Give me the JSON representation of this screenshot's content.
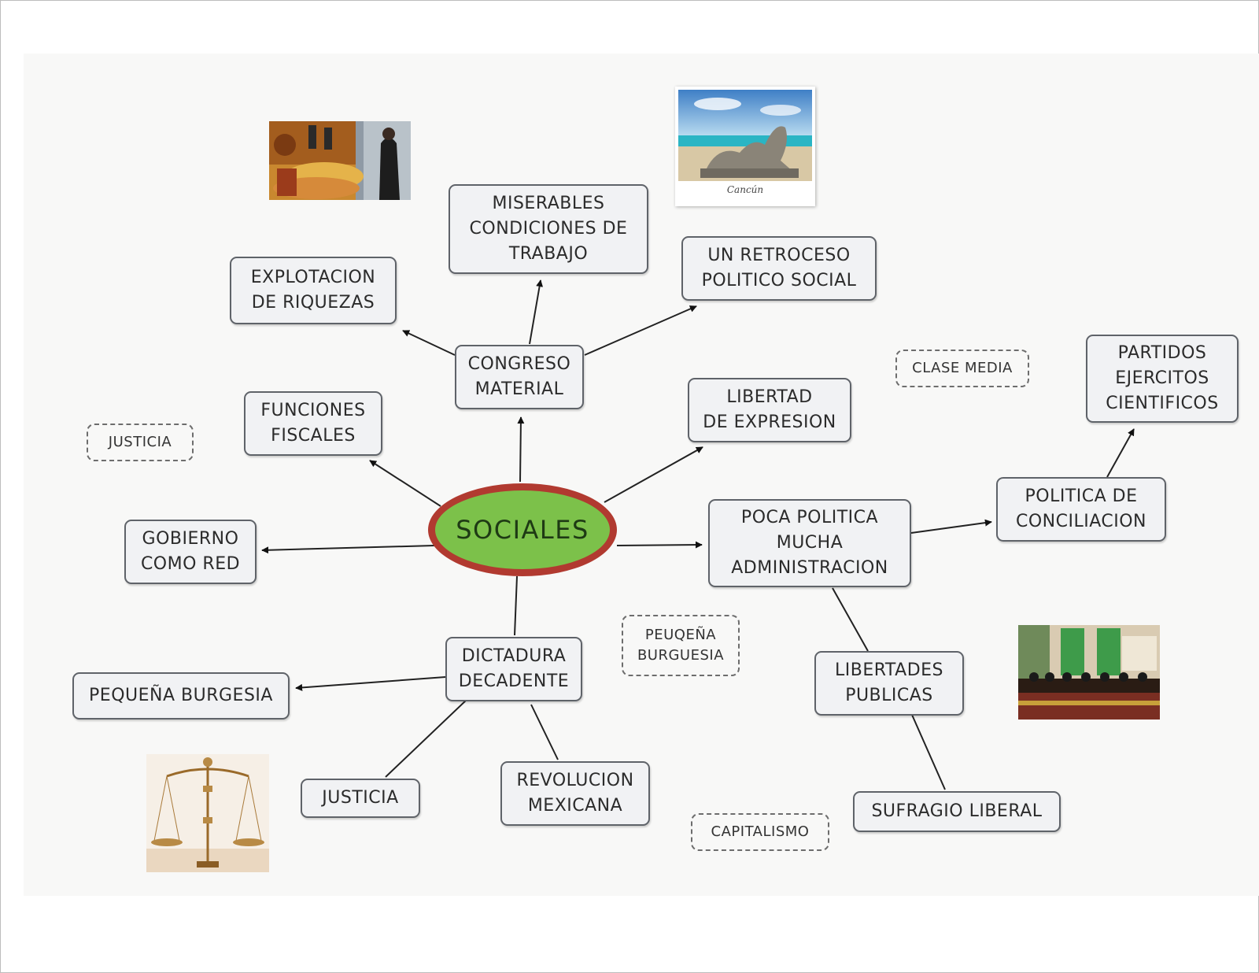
{
  "central": {
    "label": "SOCIALES"
  },
  "nodes": {
    "congreso": "CONGRESO\nMATERIAL",
    "miserables": "MISERABLES\nCONDICIONES DE\nTRABAJO",
    "explotacion": "EXPLOTACION\nDE RIQUEZAS",
    "retroceso": "UN RETROCESO\nPOLITICO SOCIAL",
    "funciones": "FUNCIONES\nFISCALES",
    "libertad_expresion": "LIBERTAD\nDE EXPRESION",
    "gobierno": "GOBIERNO\nCOMO RED",
    "poca_politica": "POCA POLITICA\nMUCHA\nADMINISTRACION",
    "conciliacion": "POLITICA DE\nCONCILIACION",
    "partidos": "PARTIDOS\nEJERCITOS\nCIENTIFICOS",
    "dictadura": "DICTADURA\nDECADENTE",
    "pequena_burgesia": "PEQUEÑA BURGESIA",
    "justicia": "JUSTICIA",
    "revolucion": "REVOLUCION\nMEXICANA",
    "libertades_publicas": "LIBERTADES\nPUBLICAS",
    "sufragio": "SUFRAGIO LIBERAL"
  },
  "tags": {
    "justicia": "JUSTICIA",
    "clase_media": "CLASE MEDIA",
    "peuquena_burguesia": "PEUQEÑA\nBURGUESIA",
    "capitalismo": "CAPITALISMO"
  },
  "images": {
    "cancun_caption": "Cancún"
  },
  "colors": {
    "central_fill": "#7cc14a",
    "central_border": "#b13a30",
    "node_fill": "#f1f2f4",
    "node_border": "#5f6369",
    "canvas": "#f8f8f7"
  }
}
